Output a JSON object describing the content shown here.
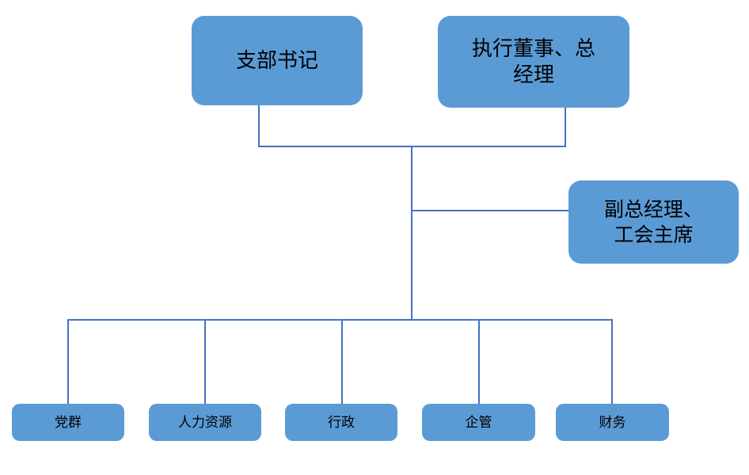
{
  "chart_data": {
    "type": "diagram",
    "diagram_type": "organization-chart",
    "title": "",
    "colors": {
      "node_fill": "#5B9BD5",
      "node_text": "#000000",
      "connector": "#4472C4",
      "background": "#FFFFFF"
    },
    "nodes": [
      {
        "id": "party-secretary",
        "label": "支部书记",
        "level": 1
      },
      {
        "id": "gm",
        "label": "执行董事、总经理",
        "level": 1
      },
      {
        "id": "deputy-gm",
        "label": "副总经理、工会主席",
        "level": 2
      },
      {
        "id": "party-affairs",
        "label": "党群",
        "level": 3
      },
      {
        "id": "hr",
        "label": "人力资源",
        "level": 3
      },
      {
        "id": "admin",
        "label": "行政",
        "level": 3
      },
      {
        "id": "enterprise-mgmt",
        "label": "企管",
        "level": 3
      },
      {
        "id": "finance",
        "label": "财务",
        "level": 3
      }
    ],
    "edges": [
      {
        "from": "party-secretary",
        "to": "spine"
      },
      {
        "from": "gm",
        "to": "spine"
      },
      {
        "from": "spine",
        "to": "deputy-gm"
      },
      {
        "from": "spine",
        "to": "party-affairs"
      },
      {
        "from": "spine",
        "to": "hr"
      },
      {
        "from": "spine",
        "to": "admin"
      },
      {
        "from": "spine",
        "to": "enterprise-mgmt"
      },
      {
        "from": "spine",
        "to": "finance"
      }
    ]
  },
  "nodes": {
    "party_secretary": {
      "label": "支部书记"
    },
    "general_manager": {
      "line1": "执行董事、总",
      "line2": "经理"
    },
    "deputy_general_manager": {
      "line1": "副总经理、",
      "line2": "工会主席"
    },
    "party_affairs": {
      "label": "党群"
    },
    "human_resources": {
      "label": "人力资源"
    },
    "administration": {
      "label": "行政"
    },
    "enterprise_management": {
      "label": "企管"
    },
    "finance": {
      "label": "财务"
    }
  }
}
